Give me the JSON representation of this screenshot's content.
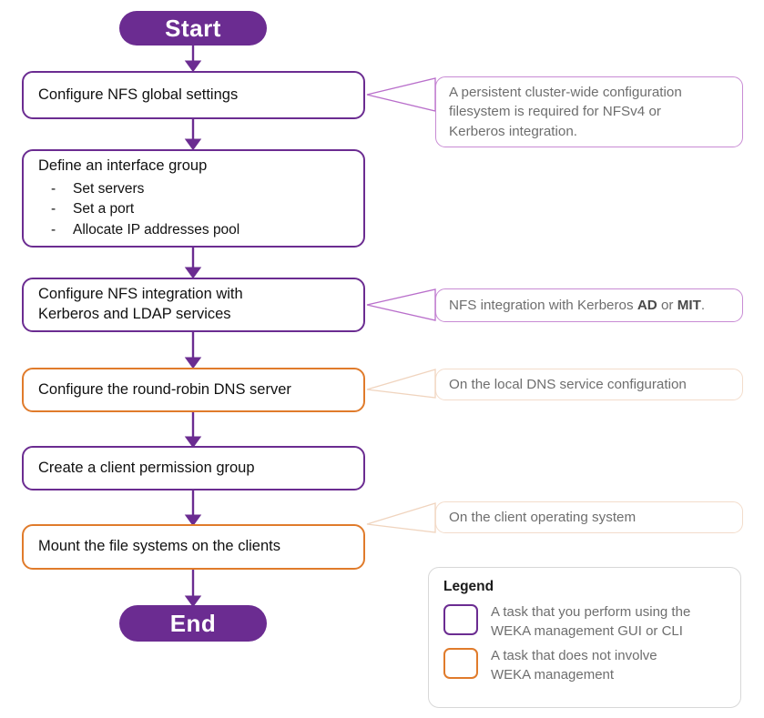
{
  "diagram": {
    "title_terminators": {
      "start": "Start",
      "end": "End"
    },
    "accent_purple": "#6B2C91",
    "accent_orange": "#E07B2B",
    "note_border_purple": "#C88BD4",
    "note_border_orange": "#F3DCCB"
  },
  "steps": [
    {
      "id": "configure-nfs-global-settings",
      "title": "Configure NFS global settings",
      "type": "weka",
      "sub": []
    },
    {
      "id": "define-an-interface-group",
      "title": "Define an interface group",
      "type": "weka",
      "sub": [
        "Set servers",
        "Set a port",
        "Allocate IP addresses pool"
      ]
    },
    {
      "id": "configure-nfs-integration",
      "title_line1": "Configure NFS integration with",
      "title_line2": "Kerberos and LDAP services",
      "type": "weka",
      "sub": []
    },
    {
      "id": "configure-round-robin-dns",
      "title": "Configure the round-robin DNS server",
      "type": "external",
      "sub": []
    },
    {
      "id": "create-client-permission-group",
      "title": "Create a client permission group",
      "type": "weka",
      "sub": []
    },
    {
      "id": "mount-file-systems",
      "title": "Mount the file systems on the clients",
      "type": "external",
      "sub": []
    }
  ],
  "notes": [
    {
      "id": "note-persistent-cluster",
      "line1": "A persistent cluster-wide configuration",
      "line2": "filesystem is required for NFSv4 or",
      "line3": "Kerberos integration."
    },
    {
      "id": "note-kerberos-ad-mit",
      "prefix": "NFS integration with Kerberos ",
      "bold1": "AD",
      "middle": " or ",
      "bold2": "MIT",
      "suffix": "."
    },
    {
      "id": "note-local-dns",
      "text": "On the local DNS service configuration"
    },
    {
      "id": "note-client-os",
      "text": "On the client operating system"
    }
  ],
  "legend": {
    "title": "Legend",
    "items": [
      {
        "swatch": "purple",
        "line1": "A task that you perform using the",
        "line2": "WEKA management GUI or CLI"
      },
      {
        "swatch": "orange",
        "line1": "A task that does not involve",
        "line2": "WEKA management"
      }
    ]
  }
}
